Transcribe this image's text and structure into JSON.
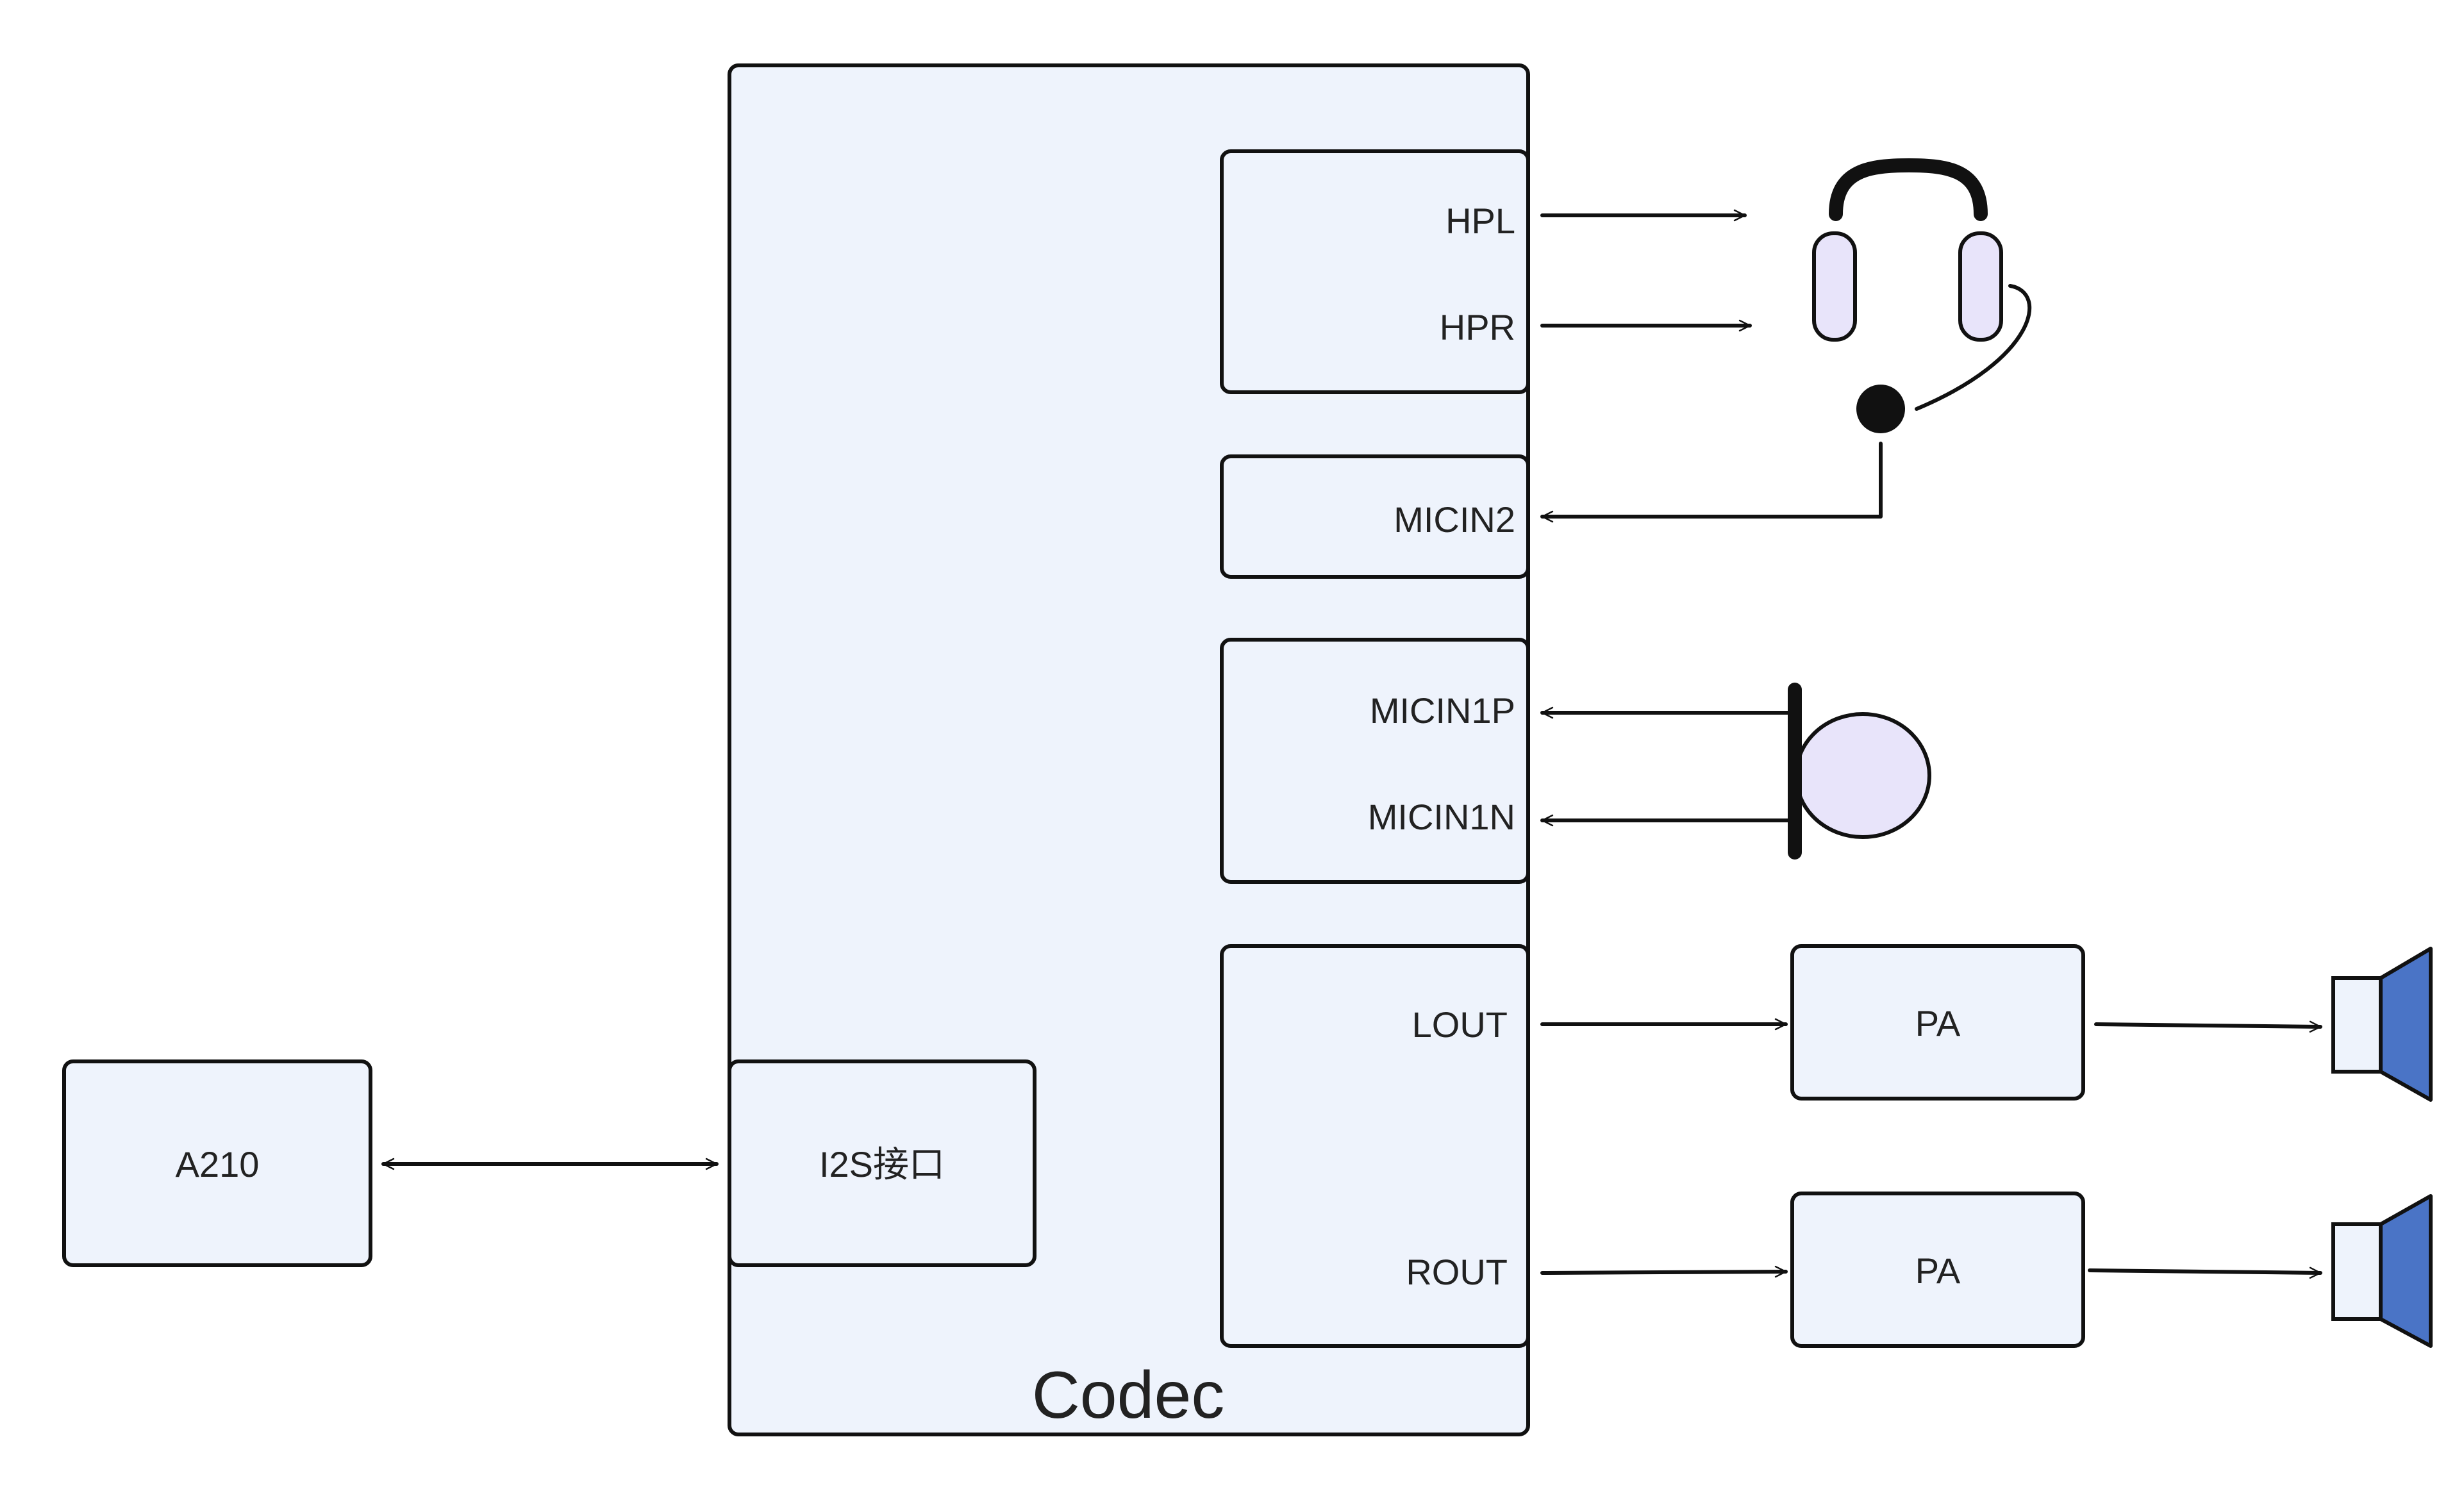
{
  "blocks": {
    "a210": "A210",
    "i2s": "I2S接口",
    "codec": "Codec",
    "pa_left": "PA",
    "pa_right": "PA"
  },
  "ports": {
    "hpl": "HPL",
    "hpr": "HPR",
    "micin2": "MICIN2",
    "micin1p": "MICIN1P",
    "micin1n": "MICIN1N",
    "lout": "LOUT",
    "rout": "ROUT"
  },
  "icons": {
    "headset": "headset-icon",
    "microphone": "microphone-icon",
    "speaker_top": "speaker-icon",
    "speaker_bottom": "speaker-icon"
  },
  "colors": {
    "box_fill": "#eef3fc",
    "device_fill": "#e8e4fa",
    "speaker_blue": "#4a74c6",
    "stroke": "#111111"
  }
}
